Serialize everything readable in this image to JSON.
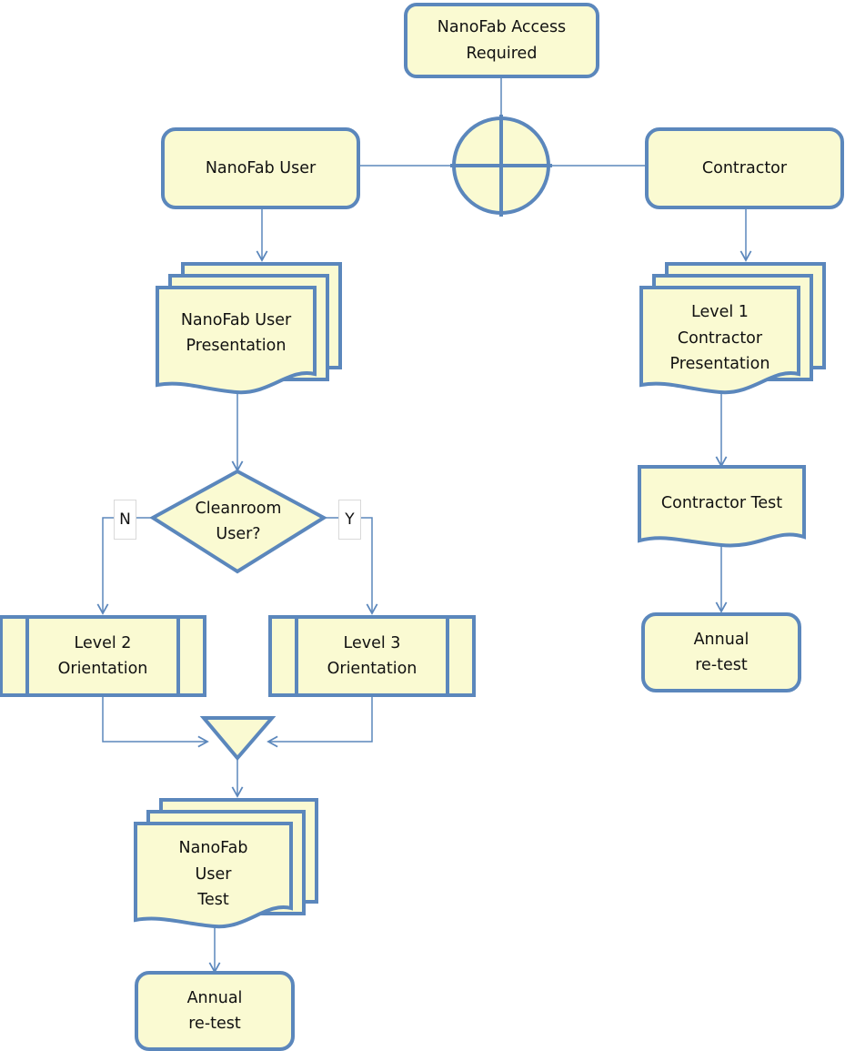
{
  "diagram": {
    "title": "NanoFab Access Required Training Flowchart",
    "colors": {
      "node_fill": "#FAFAD2",
      "node_stroke": "#5B87BC",
      "connector": "#5B87BC",
      "text": "#111111",
      "background": "#FFFFFF",
      "label_border": "#D9D9D9"
    },
    "nodes": [
      {
        "id": "access_required",
        "shape": "rounded-rectangle",
        "lines": [
          "NanoFab Access",
          "Required"
        ]
      },
      {
        "id": "junction",
        "shape": "circle-cross",
        "lines": []
      },
      {
        "id": "nanofab_user",
        "shape": "rounded-rectangle",
        "lines": [
          "NanoFab User"
        ]
      },
      {
        "id": "contractor",
        "shape": "rounded-rectangle",
        "lines": [
          "Contractor"
        ]
      },
      {
        "id": "nanofab_user_presentation",
        "shape": "multi-document",
        "lines": [
          "NanoFab User",
          "Presentation"
        ]
      },
      {
        "id": "level1_contractor_presentation",
        "shape": "multi-document",
        "lines": [
          "Level 1",
          "Contractor",
          "Presentation"
        ]
      },
      {
        "id": "cleanroom_user_decision",
        "shape": "diamond",
        "lines": [
          "Cleanroom",
          "User?"
        ]
      },
      {
        "id": "contractor_test",
        "shape": "document",
        "lines": [
          "Contractor Test"
        ]
      },
      {
        "id": "level2_orientation",
        "shape": "predefined-process",
        "lines": [
          "Level 2",
          "Orientation"
        ]
      },
      {
        "id": "level3_orientation",
        "shape": "predefined-process",
        "lines": [
          "Level 3",
          "Orientation"
        ]
      },
      {
        "id": "contractor_annual_retest",
        "shape": "rounded-rectangle",
        "lines": [
          "Annual",
          "re-test"
        ]
      },
      {
        "id": "merge",
        "shape": "inverted-triangle",
        "lines": []
      },
      {
        "id": "nanofab_user_test",
        "shape": "multi-document",
        "lines": [
          "NanoFab",
          "User",
          "Test"
        ]
      },
      {
        "id": "user_annual_retest",
        "shape": "rounded-rectangle",
        "lines": [
          "Annual",
          "re-test"
        ]
      }
    ],
    "edge_labels": [
      {
        "id": "no_branch",
        "text": "N"
      },
      {
        "id": "yes_branch",
        "text": "Y"
      }
    ],
    "text": {
      "access_required_l1": "NanoFab Access",
      "access_required_l2": "Required",
      "nanofab_user": "NanoFab User",
      "contractor": "Contractor",
      "user_presentation_l1": "NanoFab User",
      "user_presentation_l2": "Presentation",
      "contractor_presentation_l1": "Level 1",
      "contractor_presentation_l2": "Contractor",
      "contractor_presentation_l3": "Presentation",
      "decision_l1": "Cleanroom",
      "decision_l2": "User?",
      "contractor_test": "Contractor Test",
      "level2_l1": "Level 2",
      "level2_l2": "Orientation",
      "level3_l1": "Level 3",
      "level3_l2": "Orientation",
      "contractor_retest_l1": "Annual",
      "contractor_retest_l2": "re-test",
      "user_test_l1": "NanoFab",
      "user_test_l2": "User",
      "user_test_l3": "Test",
      "user_retest_l1": "Annual",
      "user_retest_l2": "re-test",
      "label_n": "N",
      "label_y": "Y"
    }
  }
}
